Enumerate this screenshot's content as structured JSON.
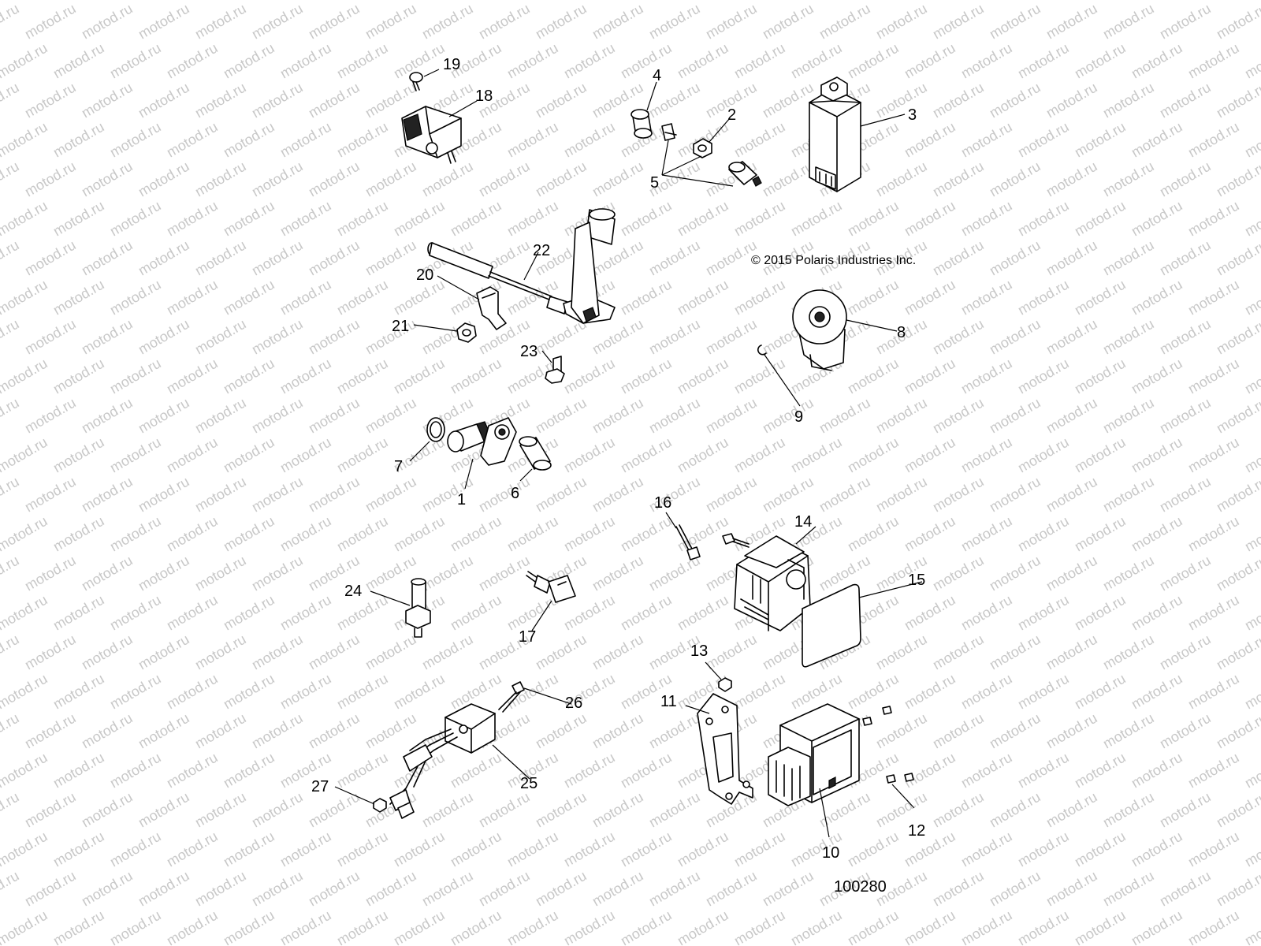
{
  "watermark": "motod.ru",
  "copyright": "© 2015 Polaris Industries Inc.",
  "document_number": "100280",
  "callouts": [
    {
      "id": "c1",
      "text": "1"
    },
    {
      "id": "c2",
      "text": "2"
    },
    {
      "id": "c3",
      "text": "3"
    },
    {
      "id": "c4",
      "text": "4"
    },
    {
      "id": "c5",
      "text": "5"
    },
    {
      "id": "c6",
      "text": "6"
    },
    {
      "id": "c7",
      "text": "7"
    },
    {
      "id": "c8",
      "text": "8"
    },
    {
      "id": "c9",
      "text": "9"
    },
    {
      "id": "c10",
      "text": "10"
    },
    {
      "id": "c11",
      "text": "11"
    },
    {
      "id": "c12",
      "text": "12"
    },
    {
      "id": "c13",
      "text": "13"
    },
    {
      "id": "c14",
      "text": "14"
    },
    {
      "id": "c15",
      "text": "15"
    },
    {
      "id": "c16",
      "text": "16"
    },
    {
      "id": "c17",
      "text": "17"
    },
    {
      "id": "c18",
      "text": "18"
    },
    {
      "id": "c19",
      "text": "19"
    },
    {
      "id": "c20",
      "text": "20"
    },
    {
      "id": "c21",
      "text": "21"
    },
    {
      "id": "c22",
      "text": "22"
    },
    {
      "id": "c23",
      "text": "23"
    },
    {
      "id": "c24",
      "text": "24"
    },
    {
      "id": "c25",
      "text": "25"
    },
    {
      "id": "c26",
      "text": "26"
    },
    {
      "id": "c27",
      "text": "27"
    }
  ]
}
